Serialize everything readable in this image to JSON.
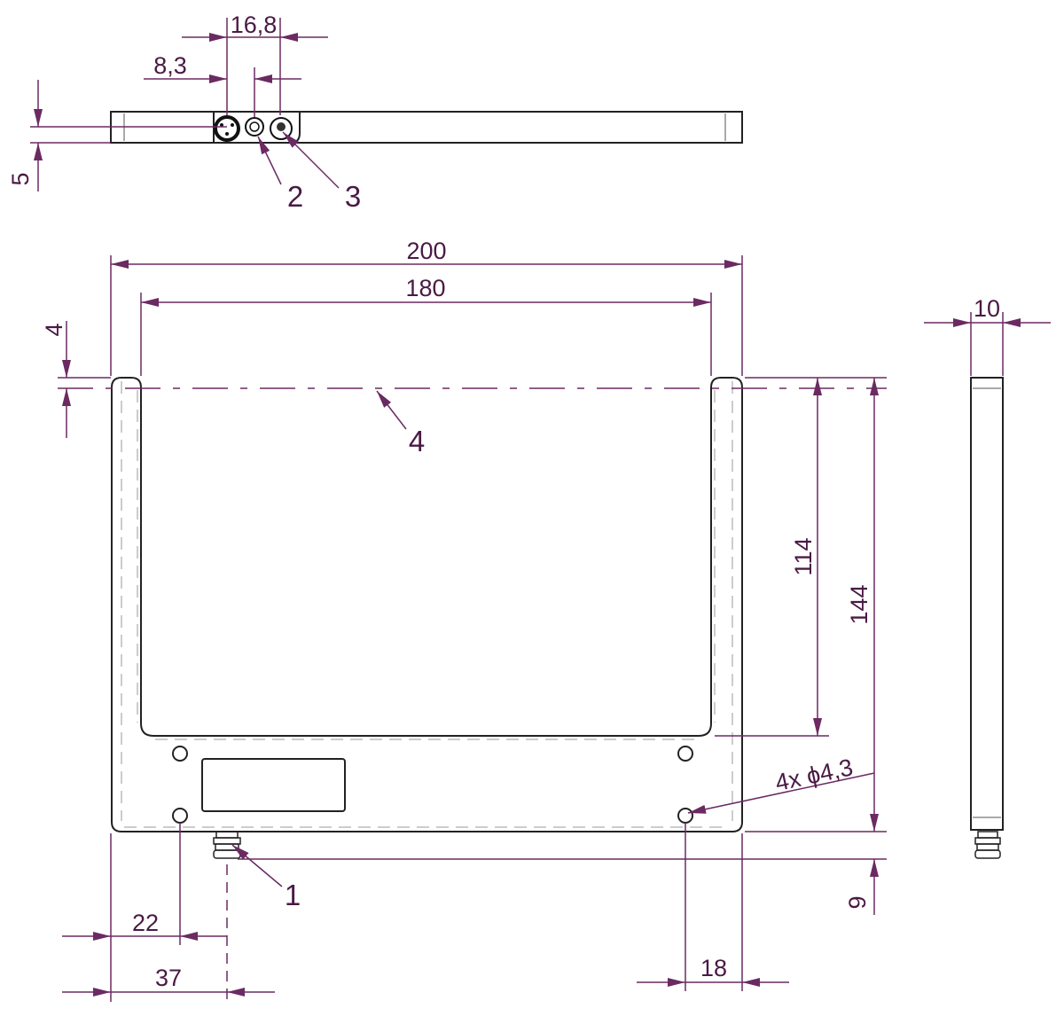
{
  "dimensions": {
    "d_16_8": "16,8",
    "d_8_3": "8,3",
    "d_5": "5",
    "d_200": "200",
    "d_180": "180",
    "d_4": "4",
    "d_10": "10",
    "d_114": "114",
    "d_144": "144",
    "d_hole": "4x ϕ4,3",
    "d_9": "9",
    "d_22": "22",
    "d_37": "37",
    "d_18": "18"
  },
  "callouts": {
    "c1": "1",
    "c2": "2",
    "c3": "3",
    "c4": "4"
  },
  "colors": {
    "dimension": "#6b2a62",
    "outline": "#222222"
  }
}
